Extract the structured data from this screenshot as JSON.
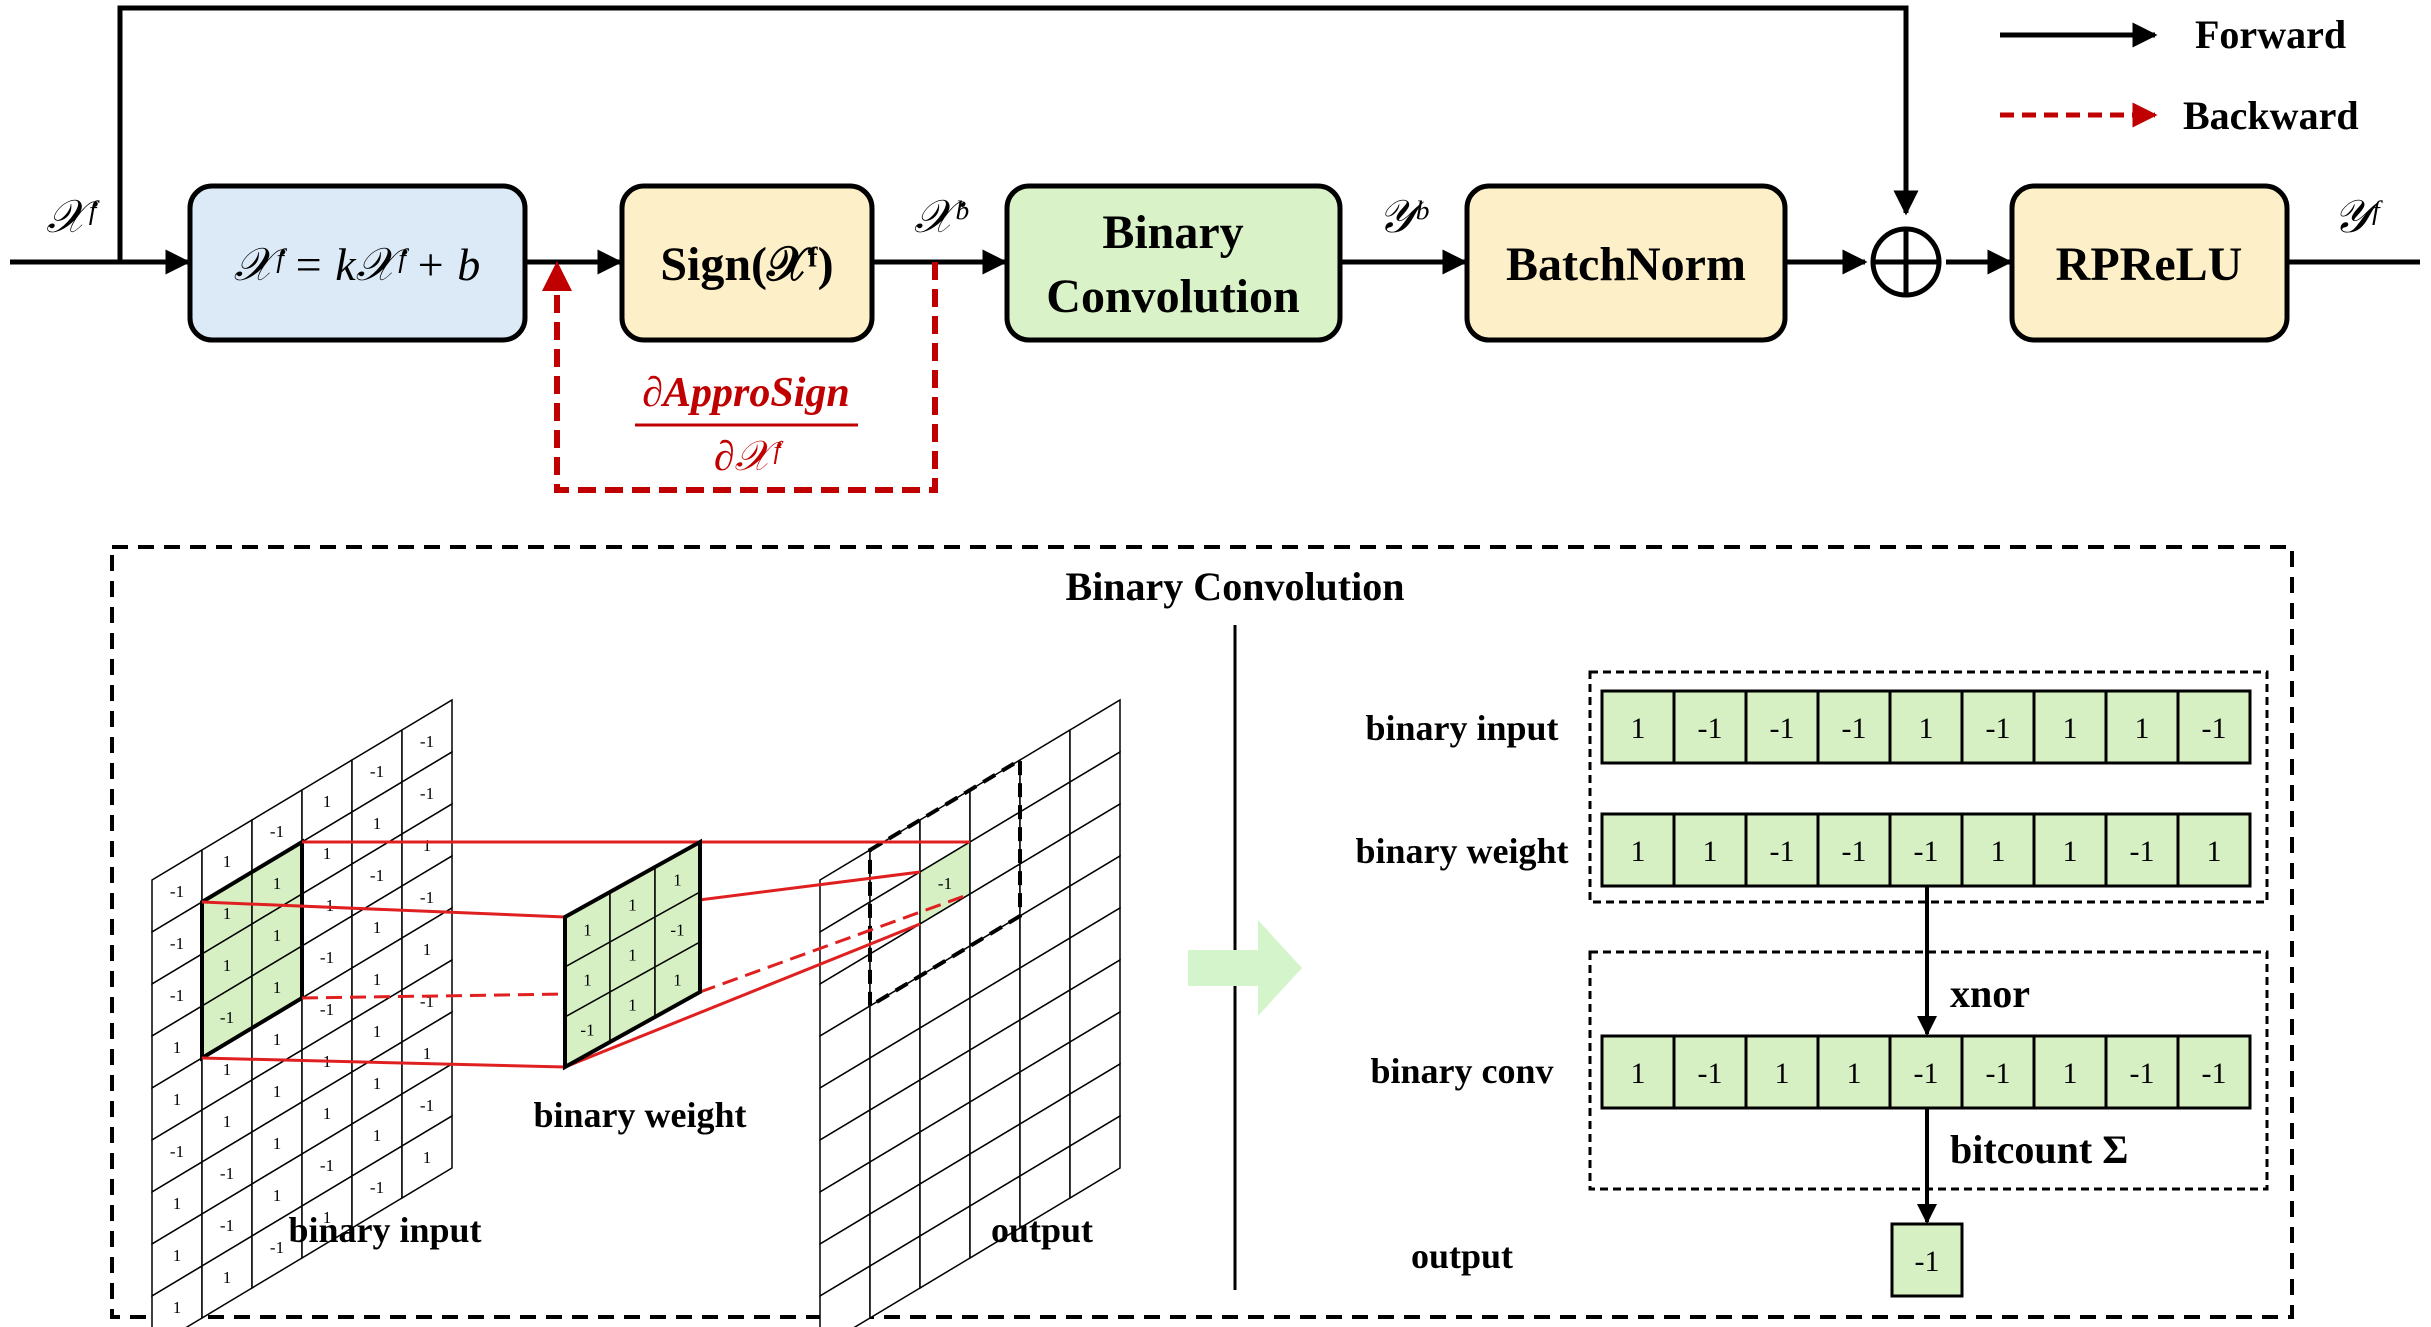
{
  "legend": {
    "forward": "Forward",
    "backward": "Backward"
  },
  "pipeline": {
    "input_label": "𝒳ᶠ",
    "affine_box": "𝒳ᶠ = k𝒳ᶠ + b",
    "sign_box": "Sign(𝒳ᶠ)",
    "binary_label": "𝒳ᵇ",
    "conv_box_line1": "Binary",
    "conv_box_line2": "Convolution",
    "conv_out_label": "𝒴ᵇ",
    "batchnorm_box": "BatchNorm",
    "rprelu_box": "RPReLU",
    "output_label": "𝒴ᶠ",
    "gradient_numerator": "∂ApproSign",
    "gradient_denominator": "∂𝒳ᶠ"
  },
  "binary_conv": {
    "title": "Binary Convolution",
    "left": {
      "binary_input_label": "binary input",
      "binary_weight_label": "binary weight",
      "output_label": "output",
      "input_grid": [
        [
          "-1",
          "1",
          "-1",
          "1",
          "-1",
          "-1"
        ],
        [
          "-1",
          "1",
          "1",
          "1",
          "1",
          "-1"
        ],
        [
          "-1",
          "1",
          "1",
          "-1",
          "-1",
          "1"
        ],
        [
          "1",
          "-1",
          "1",
          "-1",
          "1",
          "-1"
        ],
        [
          "1",
          "1",
          "1",
          "-1",
          "1",
          "1"
        ],
        [
          "-1",
          "1",
          "1",
          "1",
          "1",
          "-1"
        ],
        [
          "1",
          "-1",
          "1",
          "1",
          "1",
          "1"
        ],
        [
          "1",
          "-1",
          "1",
          "-1",
          "1",
          "-1"
        ],
        [
          "1",
          "1",
          "-1",
          "1",
          "-1",
          "1"
        ]
      ],
      "weight_grid": [
        [
          "1",
          "1",
          "1"
        ],
        [
          "1",
          "1",
          "-1"
        ],
        [
          "-1",
          "1",
          "1"
        ]
      ],
      "output_cell": "-1"
    },
    "right": {
      "binary_input_label": "binary input",
      "binary_weight_label": "binary weight",
      "binary_conv_label": "binary conv",
      "output_label": "output",
      "xnor_label": "xnor",
      "bitcount_label": "bitcount Σ",
      "binary_input": [
        "1",
        "-1",
        "-1",
        "-1",
        "1",
        "-1",
        "1",
        "1",
        "-1"
      ],
      "binary_weight": [
        "1",
        "1",
        "-1",
        "-1",
        "-1",
        "1",
        "1",
        "-1",
        "1"
      ],
      "binary_conv": [
        "1",
        "-1",
        "1",
        "1",
        "-1",
        "-1",
        "1",
        "-1",
        "-1"
      ],
      "output": "-1"
    }
  },
  "colors": {
    "affine_fill": "#dce9f7",
    "yellow_fill": "#fdefc7",
    "green_fill": "#d9f2c8",
    "cell_green": "#d6f0c4",
    "forward": "#000000",
    "backward": "#c00000",
    "red_line": "#e02020",
    "pale_arrow": "#d4f4cc"
  }
}
